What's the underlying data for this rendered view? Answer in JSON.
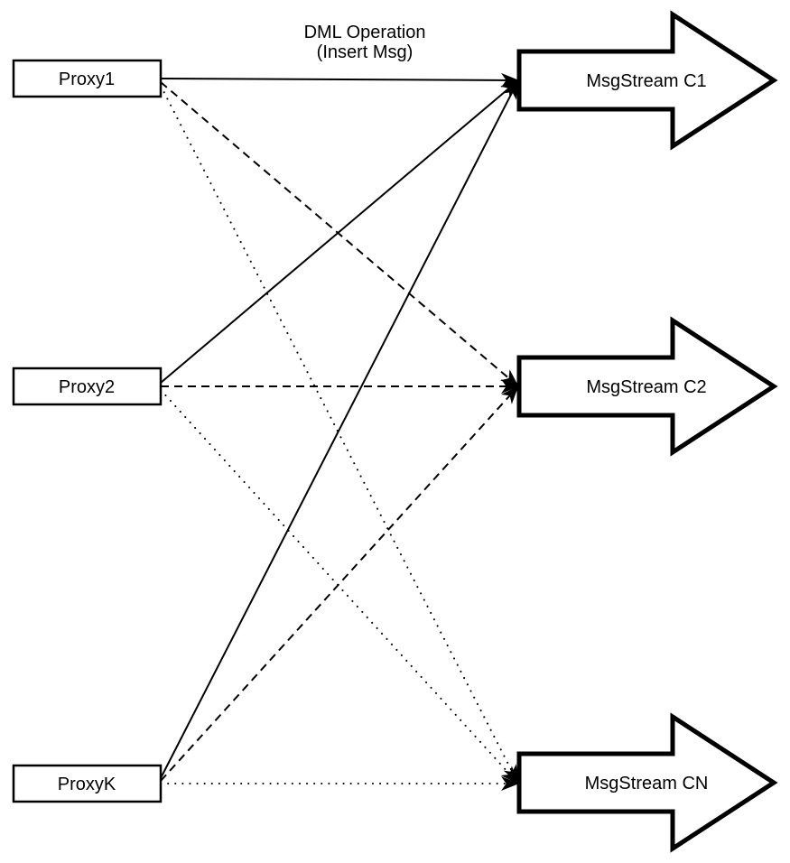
{
  "diagram": {
    "annotation": {
      "line1": "DML Operation",
      "line2": "(Insert Msg)"
    },
    "proxies": [
      {
        "label": "Proxy1"
      },
      {
        "label": "Proxy2"
      },
      {
        "label": "ProxyK"
      }
    ],
    "streams": [
      {
        "label": "MsgStream C1",
        "incoming_line_style": "solid"
      },
      {
        "label": "MsgStream C2",
        "incoming_line_style": "dashed"
      },
      {
        "label": "MsgStream CN",
        "incoming_line_style": "dotted"
      }
    ],
    "connections": [
      {
        "from": "Proxy1",
        "to": "MsgStream C1",
        "style": "solid"
      },
      {
        "from": "Proxy1",
        "to": "MsgStream C2",
        "style": "dashed"
      },
      {
        "from": "Proxy1",
        "to": "MsgStream CN",
        "style": "dotted"
      },
      {
        "from": "Proxy2",
        "to": "MsgStream C1",
        "style": "solid"
      },
      {
        "from": "Proxy2",
        "to": "MsgStream C2",
        "style": "dashed"
      },
      {
        "from": "Proxy2",
        "to": "MsgStream CN",
        "style": "dotted"
      },
      {
        "from": "ProxyK",
        "to": "MsgStream C1",
        "style": "solid"
      },
      {
        "from": "ProxyK",
        "to": "MsgStream C2",
        "style": "dashed"
      },
      {
        "from": "ProxyK",
        "to": "MsgStream CN",
        "style": "dotted"
      }
    ],
    "colors": {
      "stroke": "#000000",
      "fill": "#ffffff"
    }
  }
}
